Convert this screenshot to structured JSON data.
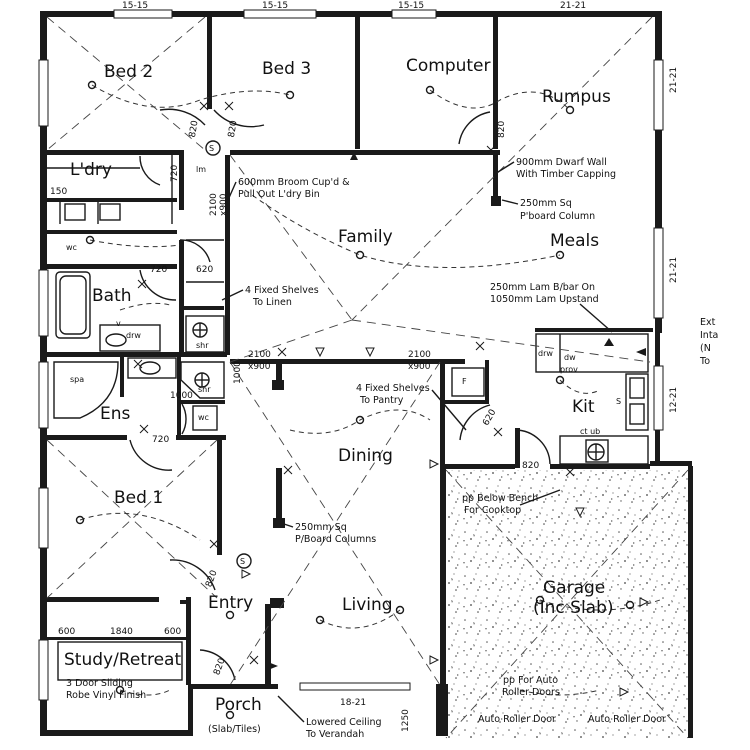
{
  "rooms": {
    "bed2": "Bed 2",
    "bed3": "Bed 3",
    "computer": "Computer",
    "rumpus": "Rumpus",
    "laundry": "L'dry",
    "family": "Family",
    "meals": "Meals",
    "bath": "Bath",
    "ens": "Ens",
    "kit": "Kit",
    "dining": "Dining",
    "bed1": "Bed 1",
    "garage": "Garage",
    "garage_sub": "(Inc Slab)",
    "entry": "Entry",
    "living": "Living",
    "study": "Study/Retreat",
    "porch": "Porch",
    "porch_sub": "(Slab/Tiles)"
  },
  "notes": {
    "broom_1": "600mm Broom Cup'd &",
    "broom_2": "Pull Out L'dry Bin",
    "dwarf_1": "900mm Dwarf Wall",
    "dwarf_2": "With Timber Capping",
    "col_1": "250mm Sq",
    "col_2": "P'board Column",
    "shelves_linen_1": "4 Fixed Shelves",
    "shelves_linen_2": "To Linen",
    "bench_1": "250mm Lam B/bar On",
    "bench_2": "1050mm Lam Upstand",
    "shelves_pantry_1": "4 Fixed Shelves",
    "shelves_pantry_2": "To Pantry",
    "pboard_1": "250mm Sq",
    "pboard_2": "P/Board Columns",
    "cooktop_1": "pp Below Bench",
    "cooktop_2": "For Cooktop",
    "auto_1": "pp For Auto",
    "auto_2": "Roller Doors",
    "robe_1": "3 Door Sliding",
    "robe_2": "Robe Vinyl Finish",
    "ceiling_1": "Lowered Ceiling",
    "ceiling_2": "To Verandah",
    "roller_a": "Auto Roller Door",
    "roller_b": "Auto Roller Door",
    "ext_1": "Ext",
    "ext_2": "Inta",
    "ext_3": "(N",
    "ext_4": "To"
  },
  "dims": {
    "top_a": "15-15",
    "top_b": "15-15",
    "top_c": "15-15",
    "top_d": "21-21",
    "right_a": "21-21",
    "right_b": "21-21",
    "right_c": "12-21",
    "d820a": "820",
    "d820b": "820",
    "d820c": "820",
    "d720a": "720",
    "d720b": "720",
    "d720c": "720",
    "d620a": "620",
    "d620b": "620",
    "d2100a": "2100",
    "d2100b": "2100",
    "d2100c": "2100",
    "dx900a": "x900",
    "dx900b": "x900",
    "dx900c": "x900",
    "d1000a": "1000",
    "d1000b": "1000",
    "d150": "150",
    "d600a": "600",
    "d1840": "1840",
    "d600b": "600",
    "d820d": "820",
    "d820e": "820",
    "d820f": "820",
    "d1821": "18-21",
    "d1250": "1250"
  },
  "symbols": {
    "wc1": "wc",
    "wc2": "wc",
    "spa": "spa",
    "shr1": "shr",
    "shr2": "shr",
    "drw1": "drw",
    "drw2": "drw",
    "dw": "dw",
    "prov": "prov",
    "ctub": "ct ub",
    "lm": "lm",
    "vv": "v",
    "f": "F",
    "s": "S"
  }
}
